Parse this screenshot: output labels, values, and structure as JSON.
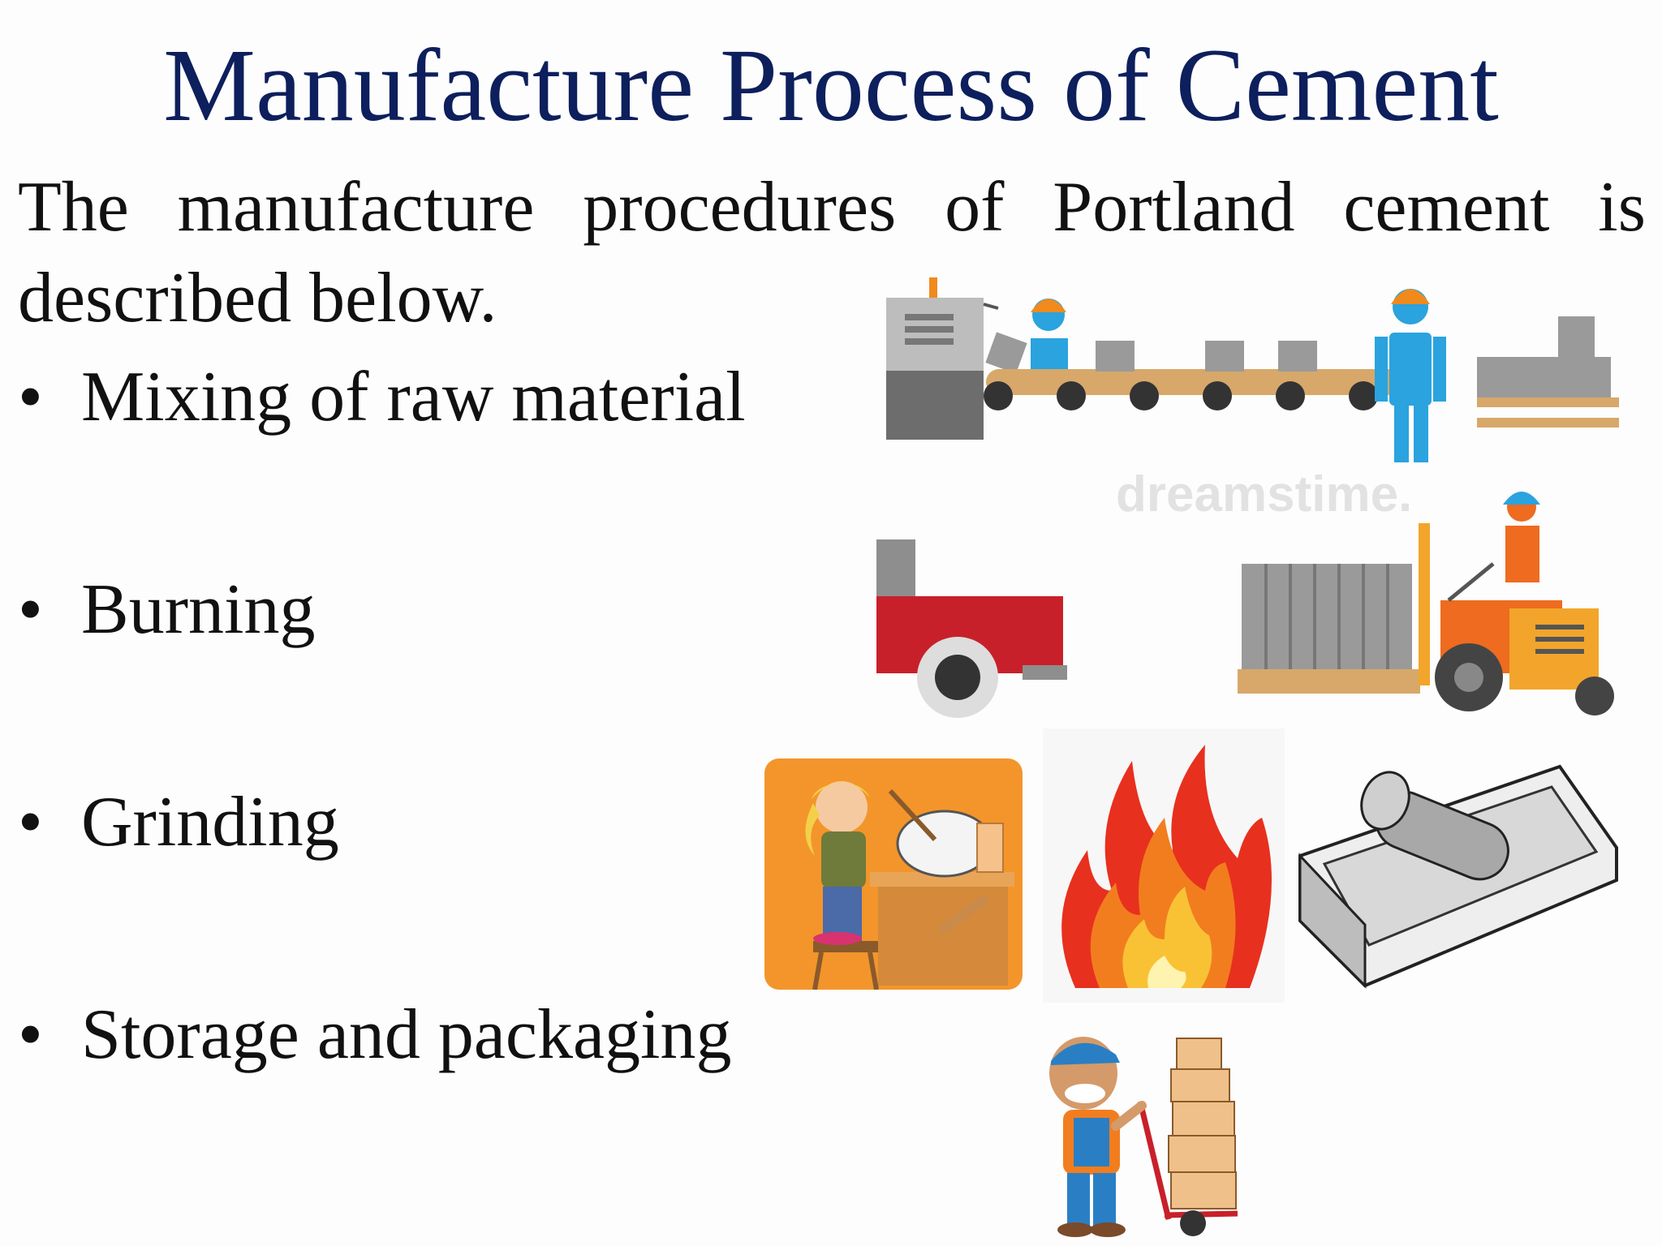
{
  "slide": {
    "title": "Manufacture Process of Cement",
    "intro": "The manufacture procedures of Portland cement is described below.",
    "bullet_symbol": "•",
    "bullets": [
      "Mixing of raw material",
      "Burning",
      "Grinding",
      "Storage and packaging"
    ],
    "watermark": "dreamstime."
  },
  "colors": {
    "title": "#0d1f5c",
    "worker_blue": "#2aa3de",
    "hard_hat": "#f08a1c",
    "conveyor": "#d7a86a",
    "truck_red": "#c8202a",
    "forklift_orange": "#f2a52a",
    "brick_gray": "#8e8e8e"
  }
}
